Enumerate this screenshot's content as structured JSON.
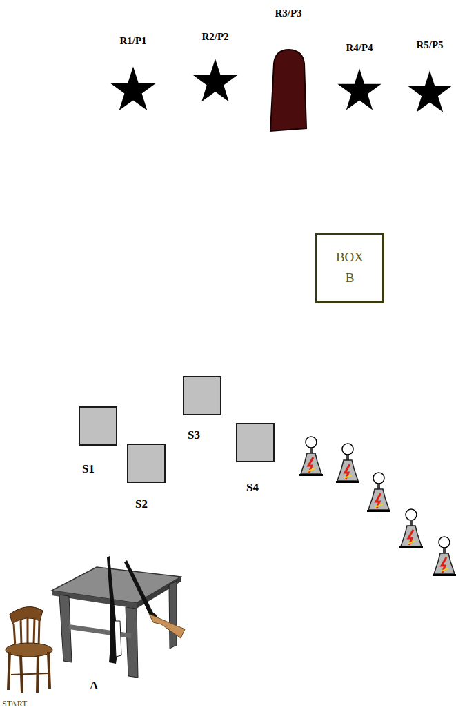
{
  "diagram": {
    "nodes": [
      {
        "text": [
          "R1/P1"
        ]
      },
      {
        "text": [
          "R2/P2"
        ]
      },
      {
        "text": [
          "R3/P3"
        ]
      },
      {
        "text": [
          "R4/P4"
        ]
      },
      {
        "text": [
          "R5/P5"
        ]
      },
      {
        "text": [
          "BOX B"
        ]
      },
      {
        "text": [
          "S1"
        ]
      },
      {
        "text": [
          "S2"
        ]
      },
      {
        "text": [
          "S3"
        ]
      },
      {
        "text": [
          "S4"
        ]
      }
    ],
    "labels": [
      "A",
      "START"
    ]
  }
}
